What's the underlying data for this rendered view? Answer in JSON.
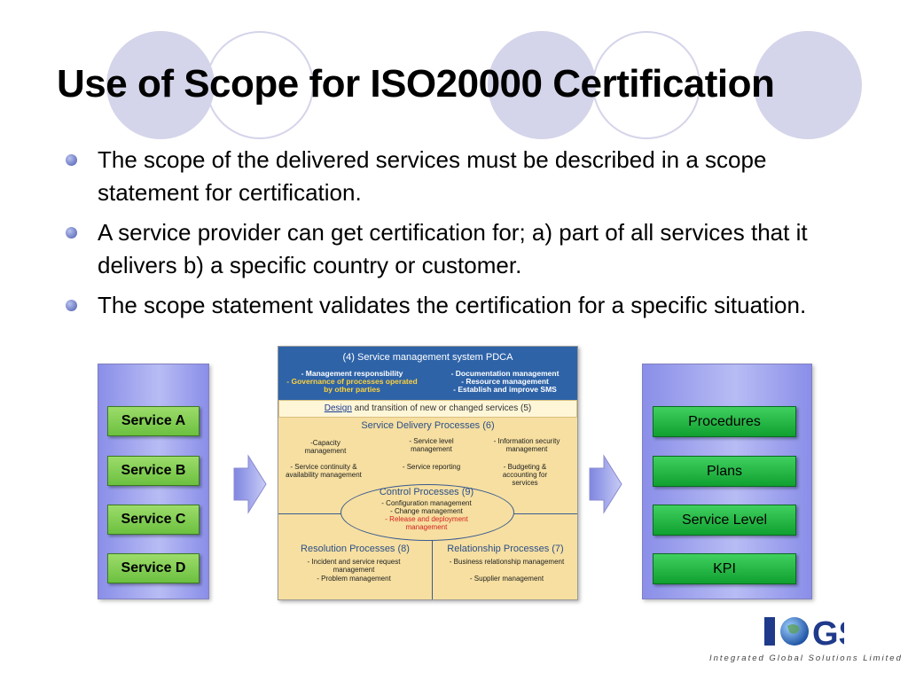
{
  "title": "Use of Scope for ISO20000 Certification",
  "bullets": [
    "The scope of the delivered services must be described in a scope statement for certification.",
    "A service provider can get certification for; a) part of all services that it delivers b) a specific country or customer.",
    "The scope statement validates the certification for a specific situation."
  ],
  "services": [
    "Service A",
    "Service B",
    "Service C",
    "Service D"
  ],
  "outputs": [
    "Procedures",
    "Plans",
    "Service Level",
    "KPI"
  ],
  "diagram": {
    "header": "(4) Service management system  PDCA",
    "mgmt_left_1": "- Management responsibility",
    "mgmt_left_2": "- Governance of processes operated by other parties",
    "mgmt_right_1": "- Documentation management",
    "mgmt_right_2": "- Resource management",
    "mgmt_right_3": "- Establish and improve SMS",
    "design_word": "Design",
    "design_rest": " and transition of new or changed services (5)",
    "delivery_title": "Service Delivery Processes (6)",
    "capacity": "-Capacity management",
    "service_level": "- Service level management",
    "info_security": "- Information security management",
    "continuity": "- Service continuity & availability management",
    "reporting": "- Service reporting",
    "budgeting": "- Budgeting & accounting for services",
    "control_title": "Control Processes (9)",
    "config": "- Configuration management",
    "change": "- Change management",
    "release": "- Release and deployment management",
    "resolution_title": "Resolution Processes (8)",
    "incident": "- Incident and service request management",
    "problem": "- Problem management",
    "relationship_title": "Relationship Processes (7)",
    "business_rel": "- Business relationship management",
    "supplier": "- Supplier management"
  },
  "logo": {
    "mark": "IGS",
    "subtitle": "Integrated Global Solutions Limited"
  }
}
